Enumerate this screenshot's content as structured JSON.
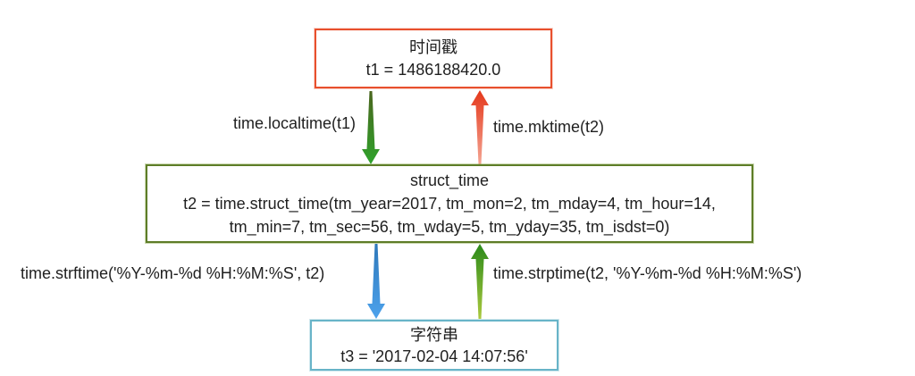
{
  "diagram": {
    "boxes": {
      "timestamp": {
        "title": "时间戳",
        "value": "t1 = 1486188420.0"
      },
      "struct_time": {
        "title": "struct_time",
        "value_line1": "t2 = time.struct_time(tm_year=2017, tm_mon=2, tm_mday=4, tm_hour=14,",
        "value_line2": "tm_min=7, tm_sec=56, tm_wday=5, tm_yday=35, tm_isdst=0)"
      },
      "string": {
        "title": "字符串",
        "value": "t3 = '2017-02-04 14:07:56'"
      }
    },
    "arrows": {
      "localtime": {
        "label": "time.localtime(t1)",
        "direction": "down",
        "from": "timestamp",
        "to": "struct_time"
      },
      "mktime": {
        "label": "time.mktime(t2)",
        "direction": "up",
        "from": "struct_time",
        "to": "timestamp"
      },
      "strftime": {
        "label": "time.strftime('%Y-%m-%d %H:%M:%S', t2)",
        "direction": "down",
        "from": "struct_time",
        "to": "string"
      },
      "strptime": {
        "label": "time.strptime(t2, '%Y-%m-%d %H:%M:%S')",
        "direction": "up",
        "from": "string",
        "to": "struct_time"
      }
    }
  },
  "colors": {
    "background": "#ffffff",
    "text": "#1f1f1f",
    "timestamp_border": "#e8502d",
    "struct_time_border": "#5e7d28",
    "string_border": "#68b4c8",
    "arrow_localtime_tail": "#4a651e",
    "arrow_localtime_head": "#2fa32c",
    "arrow_mktime_head": "#e5381b",
    "arrow_mktime_tail": "#f4a593",
    "arrow_strftime_tail": "#2e78ba",
    "arrow_strftime_head": "#4da2ec",
    "arrow_strptime_head": "#2b8a1a",
    "arrow_strptime_tail": "#aac93e"
  }
}
